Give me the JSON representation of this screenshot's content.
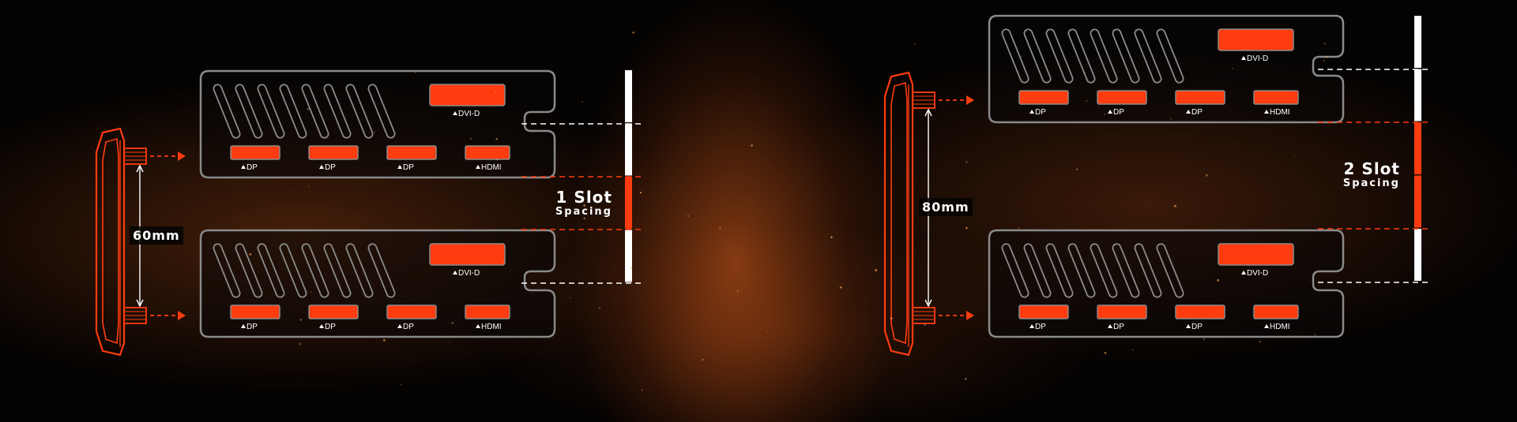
{
  "colors": {
    "accent": "#ff3c10",
    "bracket_outline": "#8a8a8a",
    "marker_white": "#ffffff",
    "text": "#ffffff"
  },
  "configurations": [
    {
      "slot_spacing": {
        "line1": "1 Slot",
        "line2": "Spacing"
      },
      "distance": "60mm",
      "cards": [
        {
          "top_port": {
            "label": "DVI-D",
            "icon": "triangle-up-icon"
          },
          "bottom_ports": [
            {
              "label": "DP",
              "icon": "triangle-up-icon"
            },
            {
              "label": "DP",
              "icon": "triangle-up-icon"
            },
            {
              "label": "DP",
              "icon": "triangle-up-icon"
            },
            {
              "label": "HDMI",
              "icon": "triangle-up-icon"
            }
          ]
        },
        {
          "top_port": {
            "label": "DVI-D",
            "icon": "triangle-up-icon"
          },
          "bottom_ports": [
            {
              "label": "DP",
              "icon": "triangle-up-icon"
            },
            {
              "label": "DP",
              "icon": "triangle-up-icon"
            },
            {
              "label": "DP",
              "icon": "triangle-up-icon"
            },
            {
              "label": "HDMI",
              "icon": "triangle-up-icon"
            }
          ]
        }
      ]
    },
    {
      "slot_spacing": {
        "line1": "2 Slot",
        "line2": "Spacing"
      },
      "distance": "80mm",
      "cards": [
        {
          "top_port": {
            "label": "DVI-D",
            "icon": "triangle-up-icon"
          },
          "bottom_ports": [
            {
              "label": "DP",
              "icon": "triangle-up-icon"
            },
            {
              "label": "DP",
              "icon": "triangle-up-icon"
            },
            {
              "label": "DP",
              "icon": "triangle-up-icon"
            },
            {
              "label": "HDMI",
              "icon": "triangle-up-icon"
            }
          ]
        },
        {
          "top_port": {
            "label": "DVI-D",
            "icon": "triangle-up-icon"
          },
          "bottom_ports": [
            {
              "label": "DP",
              "icon": "triangle-up-icon"
            },
            {
              "label": "DP",
              "icon": "triangle-up-icon"
            },
            {
              "label": "DP",
              "icon": "triangle-up-icon"
            },
            {
              "label": "HDMI",
              "icon": "triangle-up-icon"
            }
          ]
        }
      ]
    }
  ]
}
